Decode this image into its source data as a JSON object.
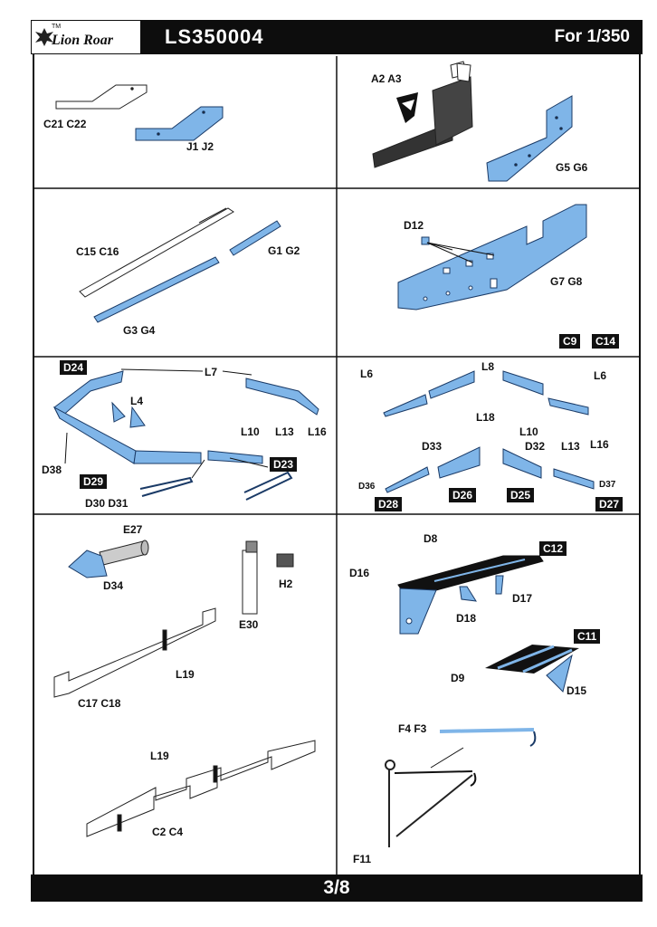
{
  "header": {
    "brand": "Lion Roar",
    "tm": "TM",
    "code": "LS350004",
    "scale": "For 1/350"
  },
  "footer": {
    "page": "3/8"
  },
  "colors": {
    "part_fill": "#7fb5e8",
    "outline": "#1a1a1a",
    "header_bg": "#0d0d0d"
  },
  "labels": {
    "c21c22": "C21 C22",
    "j1j2": "J1 J2",
    "a2a3": "A2 A3",
    "g5g6": "G5 G6",
    "c15c16": "C15 C16",
    "g1g2": "G1 G2",
    "g3g4": "G3 G4",
    "d12": "D12",
    "g7g8": "G7 G8",
    "c9": "C9",
    "c14": "C14",
    "d24": "D24",
    "l7": "L7",
    "l4": "L4",
    "l10a": "L10",
    "l13a": "L13",
    "l16a": "L16",
    "d38": "D38",
    "d29": "D29",
    "d23": "D23",
    "d30d31": "D30 D31",
    "l6a": "L6",
    "l8": "L8",
    "l6b": "L6",
    "l18": "L18",
    "l10b": "L10",
    "l13b": "L13",
    "l16b": "L16",
    "d33": "D33",
    "d32": "D32",
    "d36": "D36",
    "d37": "D37",
    "d28": "D28",
    "d26": "D26",
    "d25": "D25",
    "d27": "D27",
    "e27": "E27",
    "d34": "D34",
    "h2": "H2",
    "e30": "E30",
    "l19a": "L19",
    "c17c18": "C17 C18",
    "l19b": "L19",
    "c2c4": "C2 C4",
    "d8": "D8",
    "c12": "C12",
    "d16": "D16",
    "d17": "D17",
    "d18": "D18",
    "c11": "C11",
    "d9": "D9",
    "d15": "D15",
    "f4f3": "F4 F3",
    "f11": "F11"
  }
}
